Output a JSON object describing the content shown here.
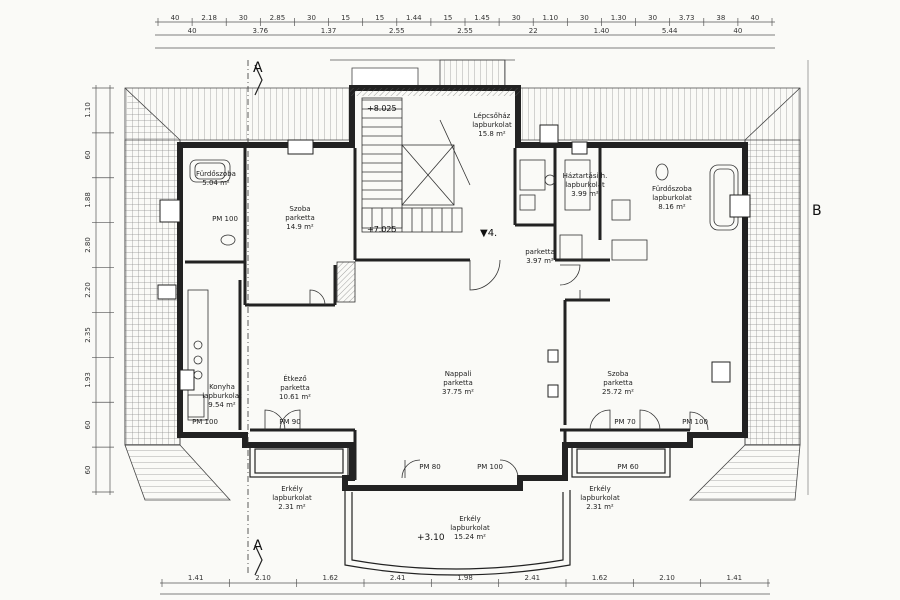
{
  "plan": {
    "section_marks": {
      "a_top": "A",
      "a_bottom": "A",
      "b_right": "B"
    },
    "level_marks": [
      {
        "id": "stair-top",
        "text": "+8.025"
      },
      {
        "id": "stair-mid",
        "text": "+7.025"
      },
      {
        "id": "hall",
        "text": "▼4."
      },
      {
        "id": "balcony",
        "text": "+3.10"
      }
    ],
    "rooms": [
      {
        "id": "bathroom-left",
        "lines": [
          "Fürdőszoba",
          "",
          "5.04 m²"
        ]
      },
      {
        "id": "bedroom-left",
        "lines": [
          "Szoba",
          "parketta",
          "14.9 m²"
        ]
      },
      {
        "id": "stairwell",
        "lines": [
          "Lépcsőház",
          "lapburkolat",
          "15.8 m²"
        ]
      },
      {
        "id": "utility",
        "lines": [
          "Háztartási h.",
          "lapburkolat",
          "3.99 m²"
        ]
      },
      {
        "id": "bathroom-right",
        "lines": [
          "Fürdőszoba",
          "lapburkolat",
          "8.16 m²"
        ]
      },
      {
        "id": "hallway",
        "lines": [
          "parketta",
          "3.97 m²"
        ]
      },
      {
        "id": "kitchen",
        "lines": [
          "Konyha",
          "lapburkolat",
          "9.54 m²"
        ]
      },
      {
        "id": "dining",
        "lines": [
          "Étkező",
          "parketta",
          "10.61 m²"
        ]
      },
      {
        "id": "living",
        "lines": [
          "Nappali",
          "parketta",
          "37.75 m²"
        ]
      },
      {
        "id": "bedroom-right",
        "lines": [
          "Szoba",
          "parketta",
          "25.72 m²"
        ]
      },
      {
        "id": "terrace-left",
        "lines": [
          "Erkély",
          "lapburkolat",
          "2.31 m²"
        ]
      },
      {
        "id": "terrace-center",
        "lines": [
          "Erkély",
          "lapburkolat",
          "15.24 m²"
        ]
      },
      {
        "id": "terrace-right",
        "lines": [
          "Erkély",
          "lapburkolat",
          "2.31 m²"
        ]
      }
    ],
    "top_dims_row1": [
      "40",
      "2.18",
      "30",
      "2.85",
      "30",
      "15",
      "15",
      "1.44",
      "15",
      "1.45",
      "30",
      "1.10",
      "30",
      "1.30",
      "30",
      "3.73",
      "38",
      "40"
    ],
    "top_dims_row2": [
      "40",
      "3.76",
      "1.37",
      "2.55",
      "2.55",
      "22",
      "1.40",
      "5.44",
      "40"
    ],
    "bottom_dims": [
      "1.41",
      "2.10",
      "1.62",
      "2.41",
      "1.98",
      "2.41",
      "1.62",
      "2.10",
      "1.41"
    ],
    "left_dims": [
      "1.10",
      "60",
      "1.88",
      "2.80",
      "2.20",
      "2.35",
      "1.93",
      "60",
      "60"
    ],
    "door_tags": [
      "PM 100",
      "PM 90",
      "PM 80",
      "PM 100",
      "PM 100",
      "PM 70",
      "PM 60",
      "PM 100"
    ]
  }
}
